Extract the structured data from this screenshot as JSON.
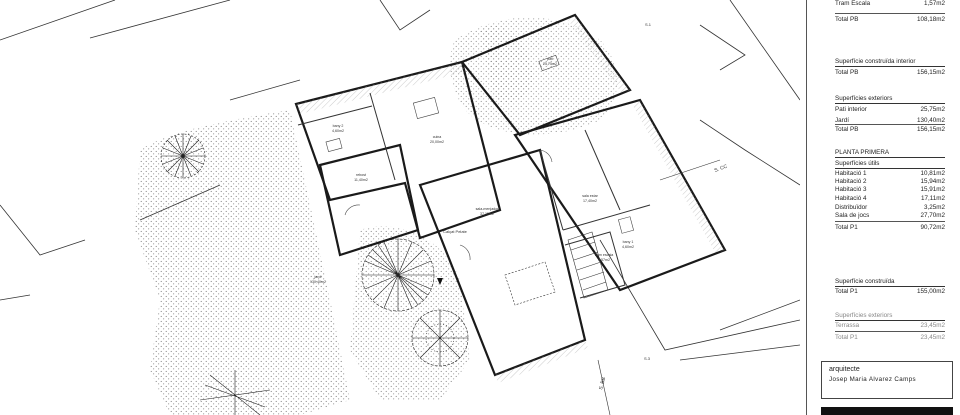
{
  "rooms": {
    "bany_left": {
      "name": "bany 2",
      "area": "4,60m2"
    },
    "cuina": {
      "name": "cuina",
      "area": "20,00m2"
    },
    "rebost": {
      "name": "rebost",
      "area": "11,40m2"
    },
    "sala_menjador": {
      "name": "sala-menjador",
      "area": "37,15m2"
    },
    "sala_estar": {
      "name": "sala estar",
      "area": "17,40m2"
    },
    "bany_right": {
      "name": "bany 1",
      "area": "4,60m2"
    },
    "escala": {
      "name": "tram escala",
      "area": "1,57m2"
    },
    "jardi": {
      "name": "jardí",
      "area": "130,40m2"
    },
    "patio": {
      "name": "pati",
      "area": "25,75m2"
    }
  },
  "plan_labels": {
    "calcat": "Calçat Pelate",
    "section_cc": "S. CC",
    "section_bb": "S. BB",
    "s3": "S.3",
    "s1": "S.1"
  },
  "panel": {
    "pb_rows": [
      {
        "label": "Tram Escala",
        "value": "1,57m2"
      }
    ],
    "pb_total": {
      "label": "Total PB",
      "value": "108,18m2"
    },
    "interior_title": "Superfície construïda interior",
    "interior_total": {
      "label": "Total PB",
      "value": "156,15m2"
    },
    "exterior_title": "Superfícies exteriors",
    "exterior_rows": [
      {
        "label": "Pati interior",
        "value": "25,75m2"
      },
      {
        "label": "Jardí",
        "value": "130,40m2"
      }
    ],
    "exterior_total": {
      "label": "Total PB",
      "value": "156,15m2"
    },
    "p1_title": "PLANTA PRIMERA",
    "p1_subtitle": "Superfícies útils",
    "p1_rows": [
      {
        "label": "Habitació 1",
        "value": "10,81m2"
      },
      {
        "label": "Habitació 2",
        "value": "15,94m2"
      },
      {
        "label": "Habitació 3",
        "value": "15,91m2"
      },
      {
        "label": "Habitació 4",
        "value": "17,11m2"
      },
      {
        "label": "Distribuïdor",
        "value": "3,25m2"
      },
      {
        "label": "Sala de jocs",
        "value": "27,70m2"
      }
    ],
    "p1_total": {
      "label": "Total P1",
      "value": "90,72m2"
    },
    "built_title": "Superfície construïda",
    "built_total": {
      "label": "Total P1",
      "value": "155,00m2"
    },
    "ext2_title": "Superfícies exteriors",
    "ext2_rows": [
      {
        "label": "Terrassa",
        "value": "23,45m2"
      }
    ],
    "ext2_total": {
      "label": "Total P1",
      "value": "23,45m2"
    },
    "architect_label": "arquitecte",
    "architect_name": "Josep Maria Alvarez Camps"
  }
}
